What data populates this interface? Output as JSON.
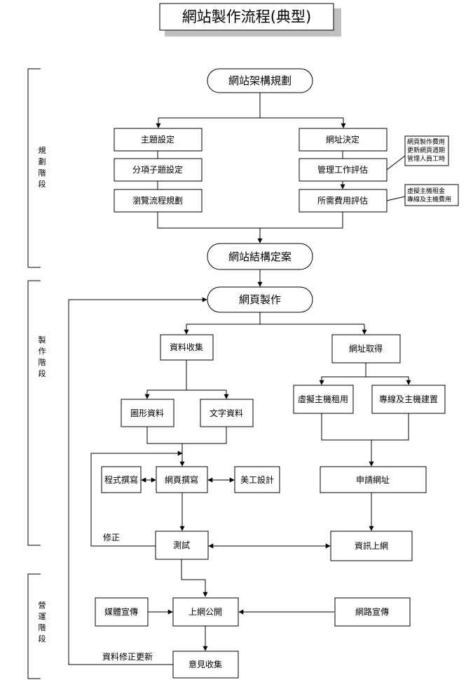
{
  "title": "網站製作流程(典型)",
  "phases": {
    "planning": [
      "規",
      "劃",
      "階",
      "段"
    ],
    "production": [
      "製",
      "作",
      "階",
      "段"
    ],
    "operation": [
      "營",
      "運",
      "階",
      "段"
    ]
  },
  "nodes": {
    "arch": "網站架構規劃",
    "topic": "主題設定",
    "subtopic": "分項子題設定",
    "browse": "瀏覽流程規劃",
    "domain": "網址決定",
    "mgmt": "管理工作評估",
    "cost": "所需費用評估",
    "structure": "網站結構定案",
    "webpage": "網頁製作",
    "collect": "資料收集",
    "get_url": "網址取得",
    "graphics": "圖形資料",
    "text_data": "文字資料",
    "virtual": "虛擬主機租用",
    "dedicated": "專線及主機建置",
    "program": "程式撰寫",
    "page_write": "網頁撰寫",
    "art": "美工設計",
    "apply": "申請網址",
    "test": "測試",
    "online": "資訊上網",
    "media": "媒體宣傳",
    "publish": "上網公開",
    "netpromo": "網路宣傳",
    "feedback": "意見收集"
  },
  "notes": {
    "mgmt_note": [
      "網頁製作費用",
      "更新網頁週期",
      "管理人員工時"
    ],
    "cost_note": [
      "虛擬主機租金",
      "專線及主機費用"
    ],
    "fix": "修正",
    "update": "資料修正更新"
  }
}
